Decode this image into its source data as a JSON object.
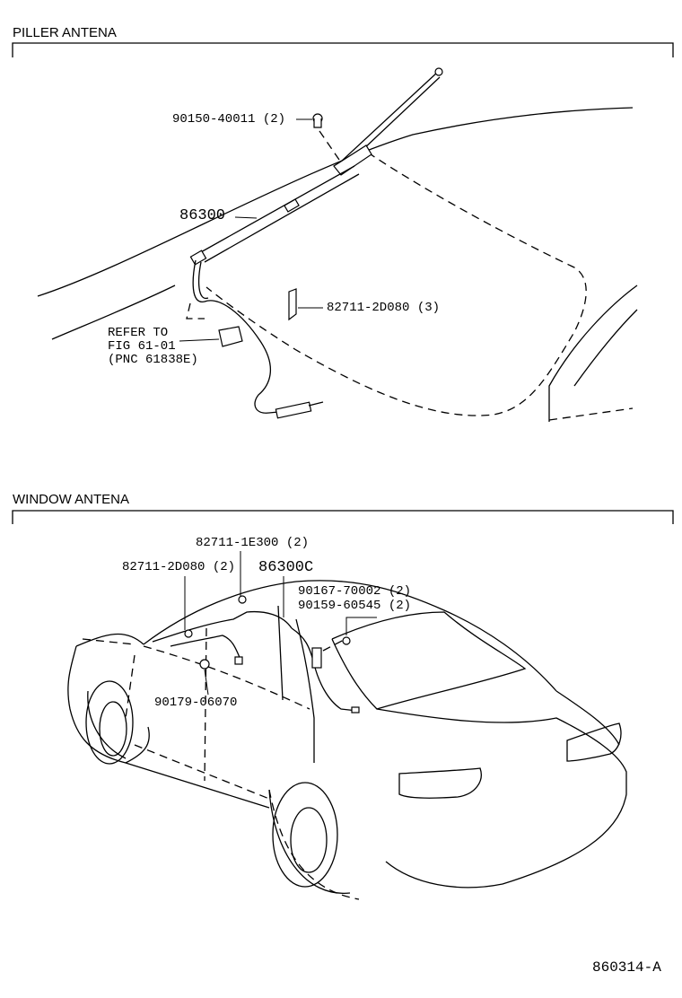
{
  "sections": {
    "pillar": {
      "title": "PILLER ANTENA",
      "labels": {
        "bolt": "90150-40011 (2)",
        "antenna": "86300",
        "clip": "82711-2D080 (3)",
        "refer_line1": "REFER TO",
        "refer_line2": "FIG 61-01",
        "refer_line3": "(PNC 61838E)"
      }
    },
    "window": {
      "title": "WINDOW ANTENA",
      "labels": {
        "clip_a": "82711-1E300 (2)",
        "clip_b": "82711-2D080 (2)",
        "antenna": "86300C",
        "screw_a": "90167-70002 (2)",
        "screw_b": "90159-60545 (2)",
        "grommet": "90179-06070"
      }
    }
  },
  "footer": {
    "code": "860314-A"
  }
}
